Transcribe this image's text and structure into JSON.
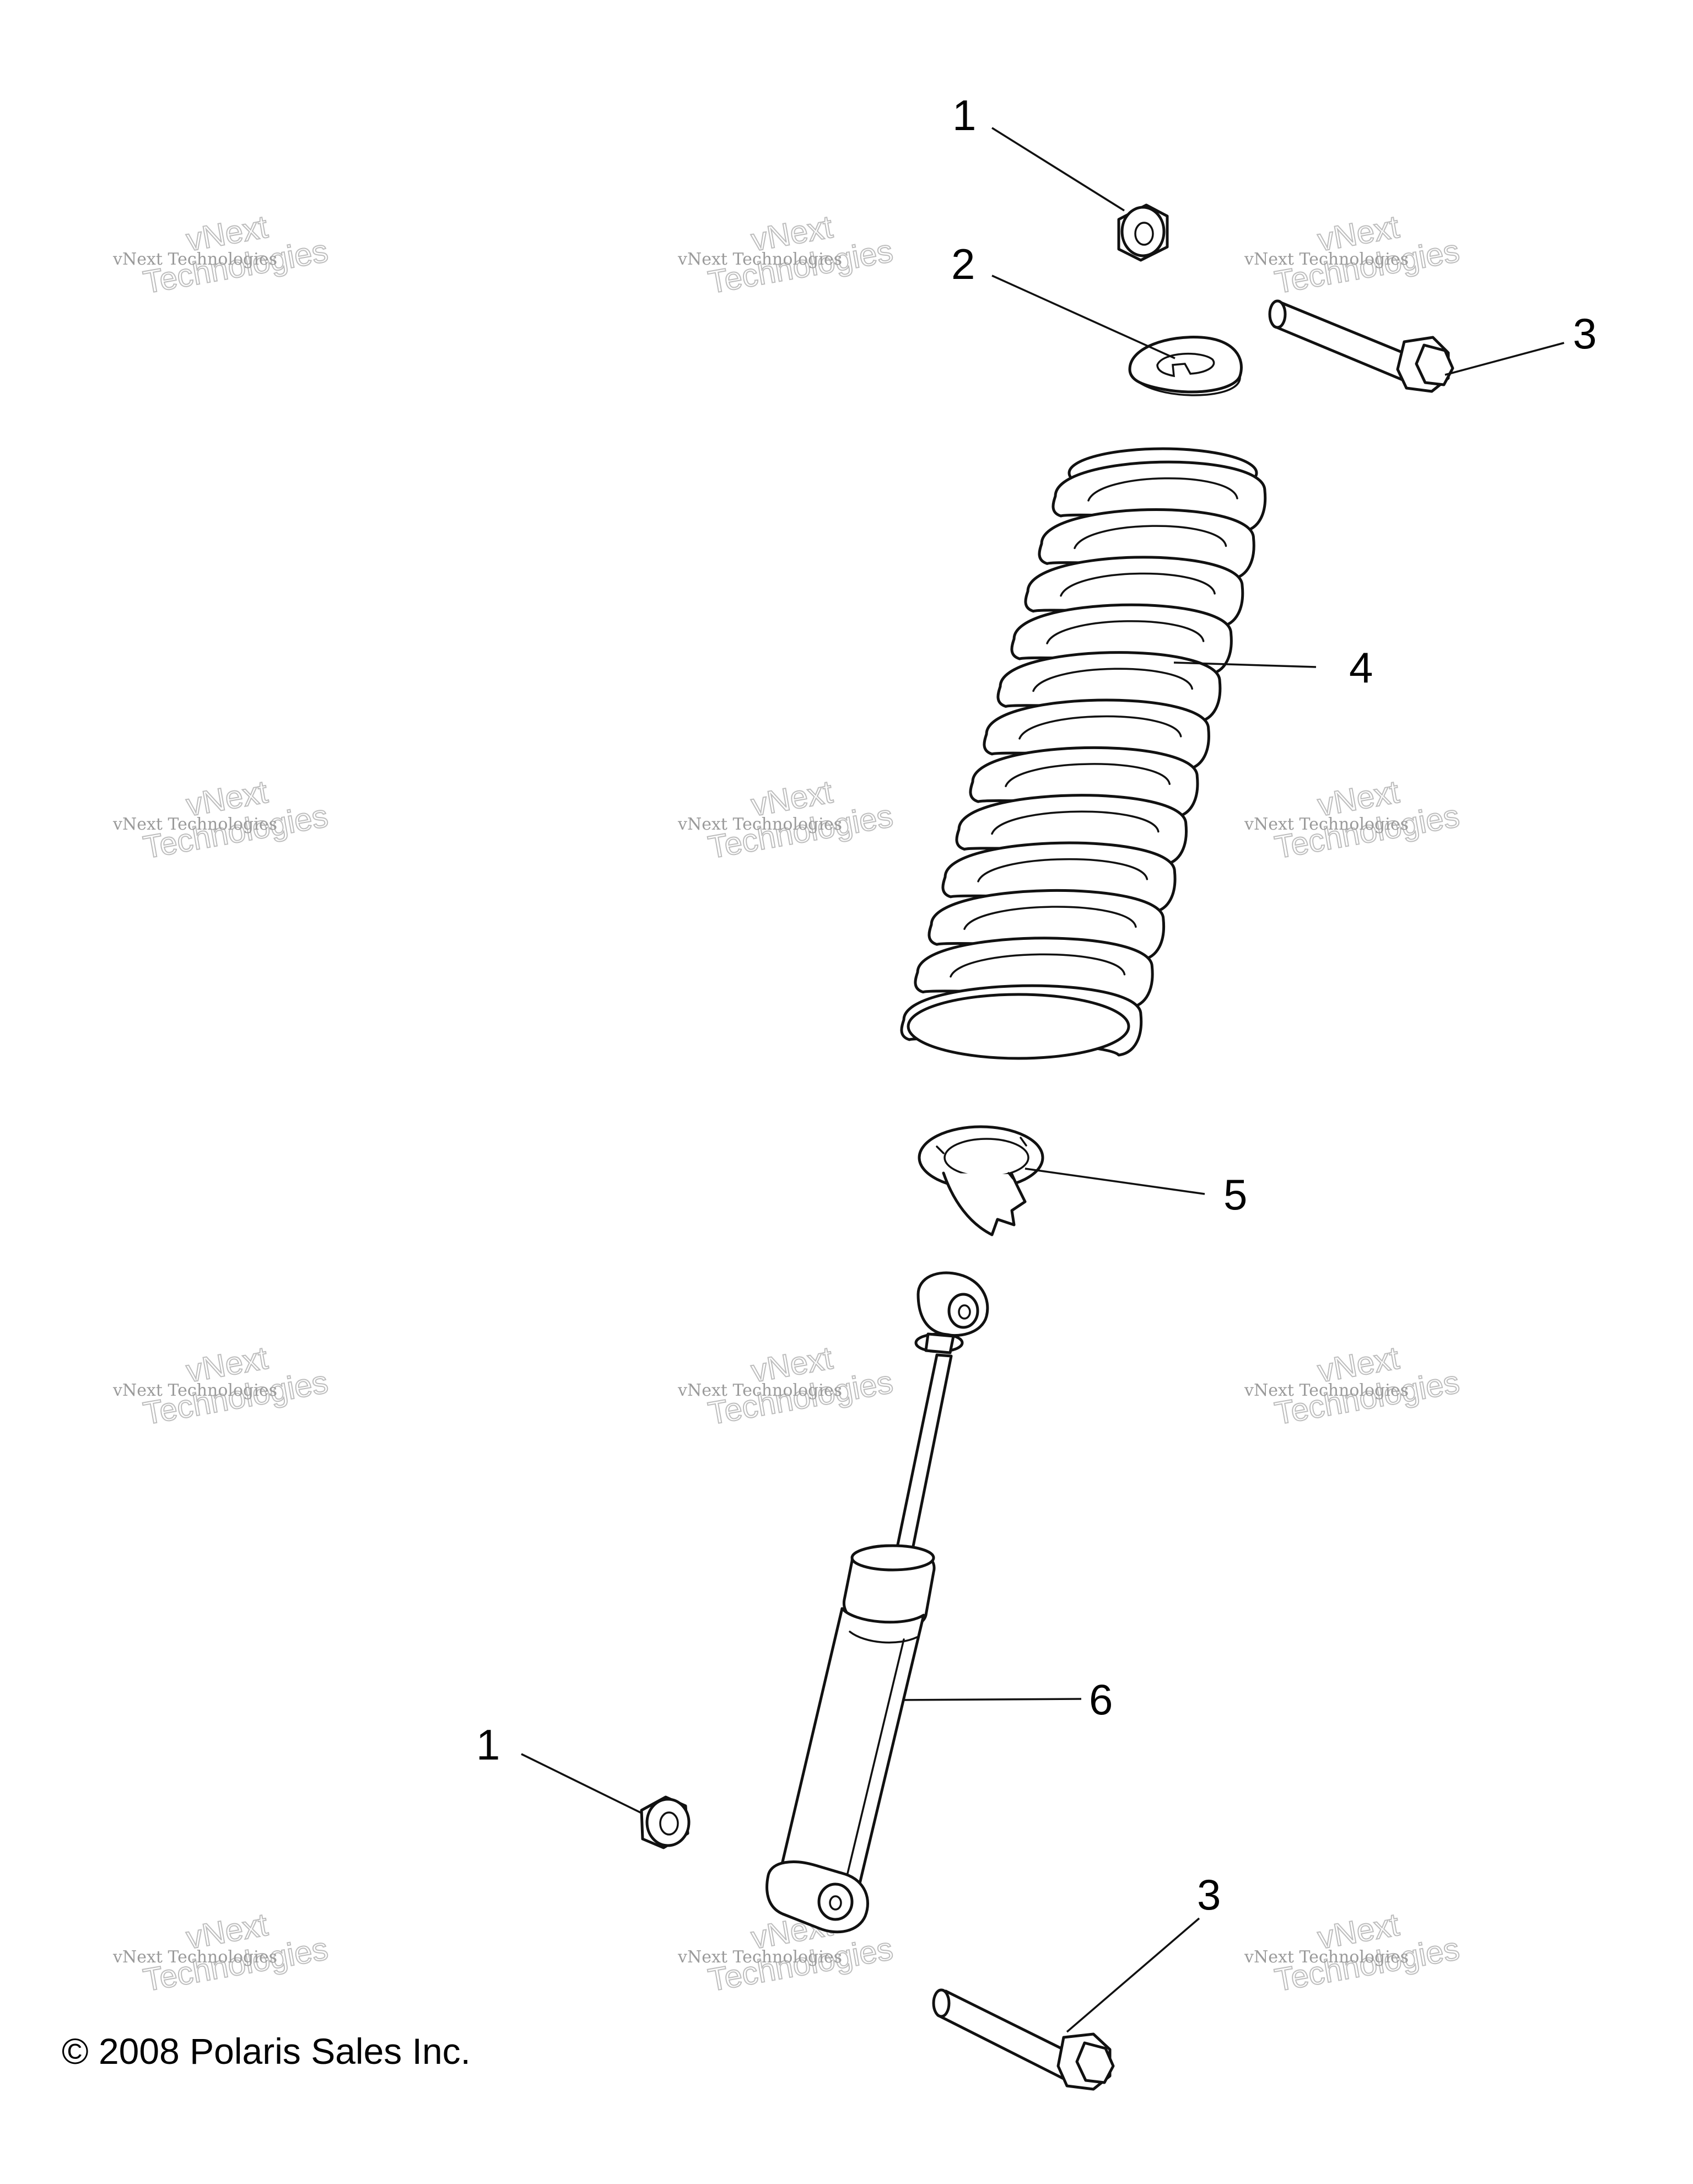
{
  "callouts": [
    {
      "id": "c1a",
      "label": "1"
    },
    {
      "id": "c2",
      "label": "2"
    },
    {
      "id": "c3a",
      "label": "3"
    },
    {
      "id": "c4",
      "label": "4"
    },
    {
      "id": "c5",
      "label": "5"
    },
    {
      "id": "c6",
      "label": "6"
    },
    {
      "id": "c1b",
      "label": "1"
    },
    {
      "id": "c3b",
      "label": "3"
    }
  ],
  "watermark": {
    "line1": "vNext Technologies",
    "big_top": "vNext",
    "big_bottom": "Technologies"
  },
  "copyright": "© 2008 Polaris Sales Inc."
}
